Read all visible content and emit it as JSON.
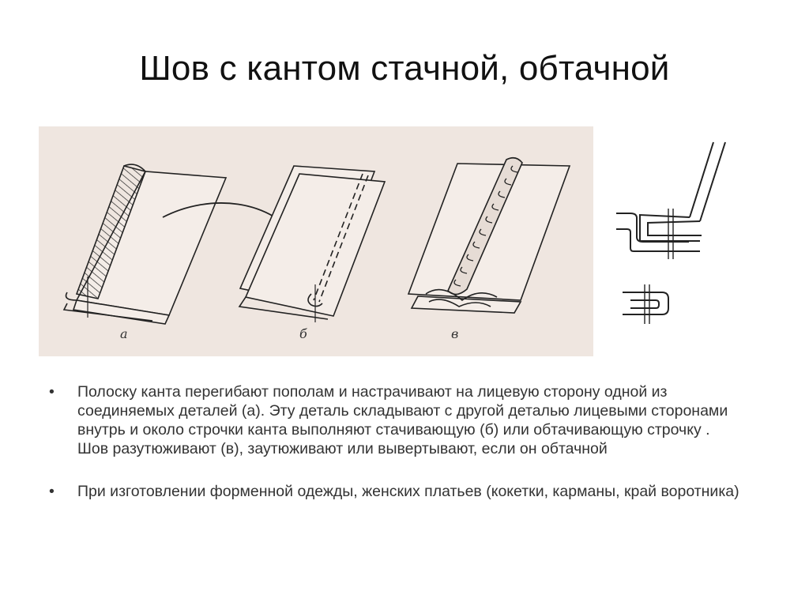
{
  "slide": {
    "title": "Шов с кантом стачной, обтачной"
  },
  "figure": {
    "labels": [
      "а",
      "б",
      "в"
    ]
  },
  "bullets": [
    {
      "marker": "•",
      "text": "Полоску канта перегибают пополам и настрачивают на лицевую сторону одной из соединяемых деталей (а). Эту деталь складывают с другой деталью лицевыми сторонами внутрь и около строчки канта выполняют стачивающую (б) или обтачивающую строчку . Шов разутюживают (в), заутюживают или вывертывают, если он обтачной"
    },
    {
      "marker": "•",
      "text": "При изготовлении форменной одежды, женских платьев (кокетки, карманы, край воротника)"
    }
  ]
}
